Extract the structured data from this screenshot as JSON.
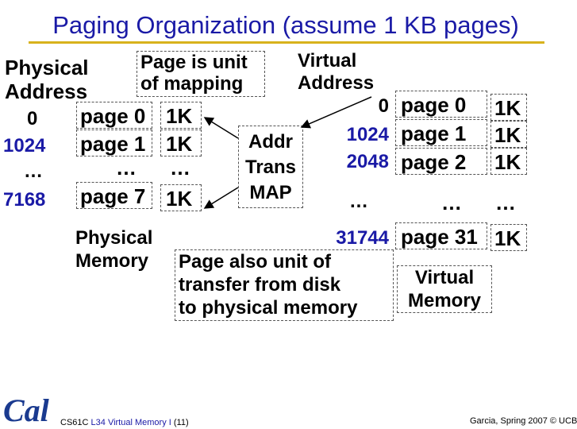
{
  "title": "Paging Organization (assume 1 KB pages)",
  "physical": {
    "heading_line1": "Physical",
    "heading_line2": "Address",
    "addresses": [
      "0",
      "1024",
      "…",
      "7168"
    ],
    "pages": [
      "page 0",
      "page 1",
      "…",
      "page 7"
    ],
    "sizes": [
      "1K",
      "1K",
      "…",
      "1K"
    ],
    "memory_line1": "Physical",
    "memory_line2": "Memory"
  },
  "page_note": {
    "line1": "Page is unit",
    "line2": "of mapping"
  },
  "translation": {
    "line1": "Addr",
    "line2": "Trans",
    "line3": "MAP"
  },
  "virtual": {
    "heading_line1": "Virtual",
    "heading_line2": "Address",
    "addresses": [
      "0",
      "1024",
      "2048",
      "…",
      "31744"
    ],
    "pages": [
      "page  0",
      "page  1",
      "page  2",
      "…",
      "page 31"
    ],
    "sizes": [
      "1K",
      "1K",
      "1K",
      "…",
      "1K"
    ],
    "memory_line1": "Virtual",
    "memory_line2": "Memory"
  },
  "transfer_note": {
    "line1": "Page also unit of",
    "line2": "transfer from disk",
    "line3": "to physical memory"
  },
  "footer": {
    "course_prefix": "CS61C ",
    "course_link": "L34 Virtual Memory I",
    "slide_number": " (11)",
    "credit": "Garcia, Spring 2007 © UCB"
  },
  "logo_text": "Cal",
  "colors": {
    "title": "#1a1aa6",
    "title_underline": "#d8b21c",
    "accent_numbers": "#1a1aa6",
    "logo": "#1a3a8f"
  }
}
